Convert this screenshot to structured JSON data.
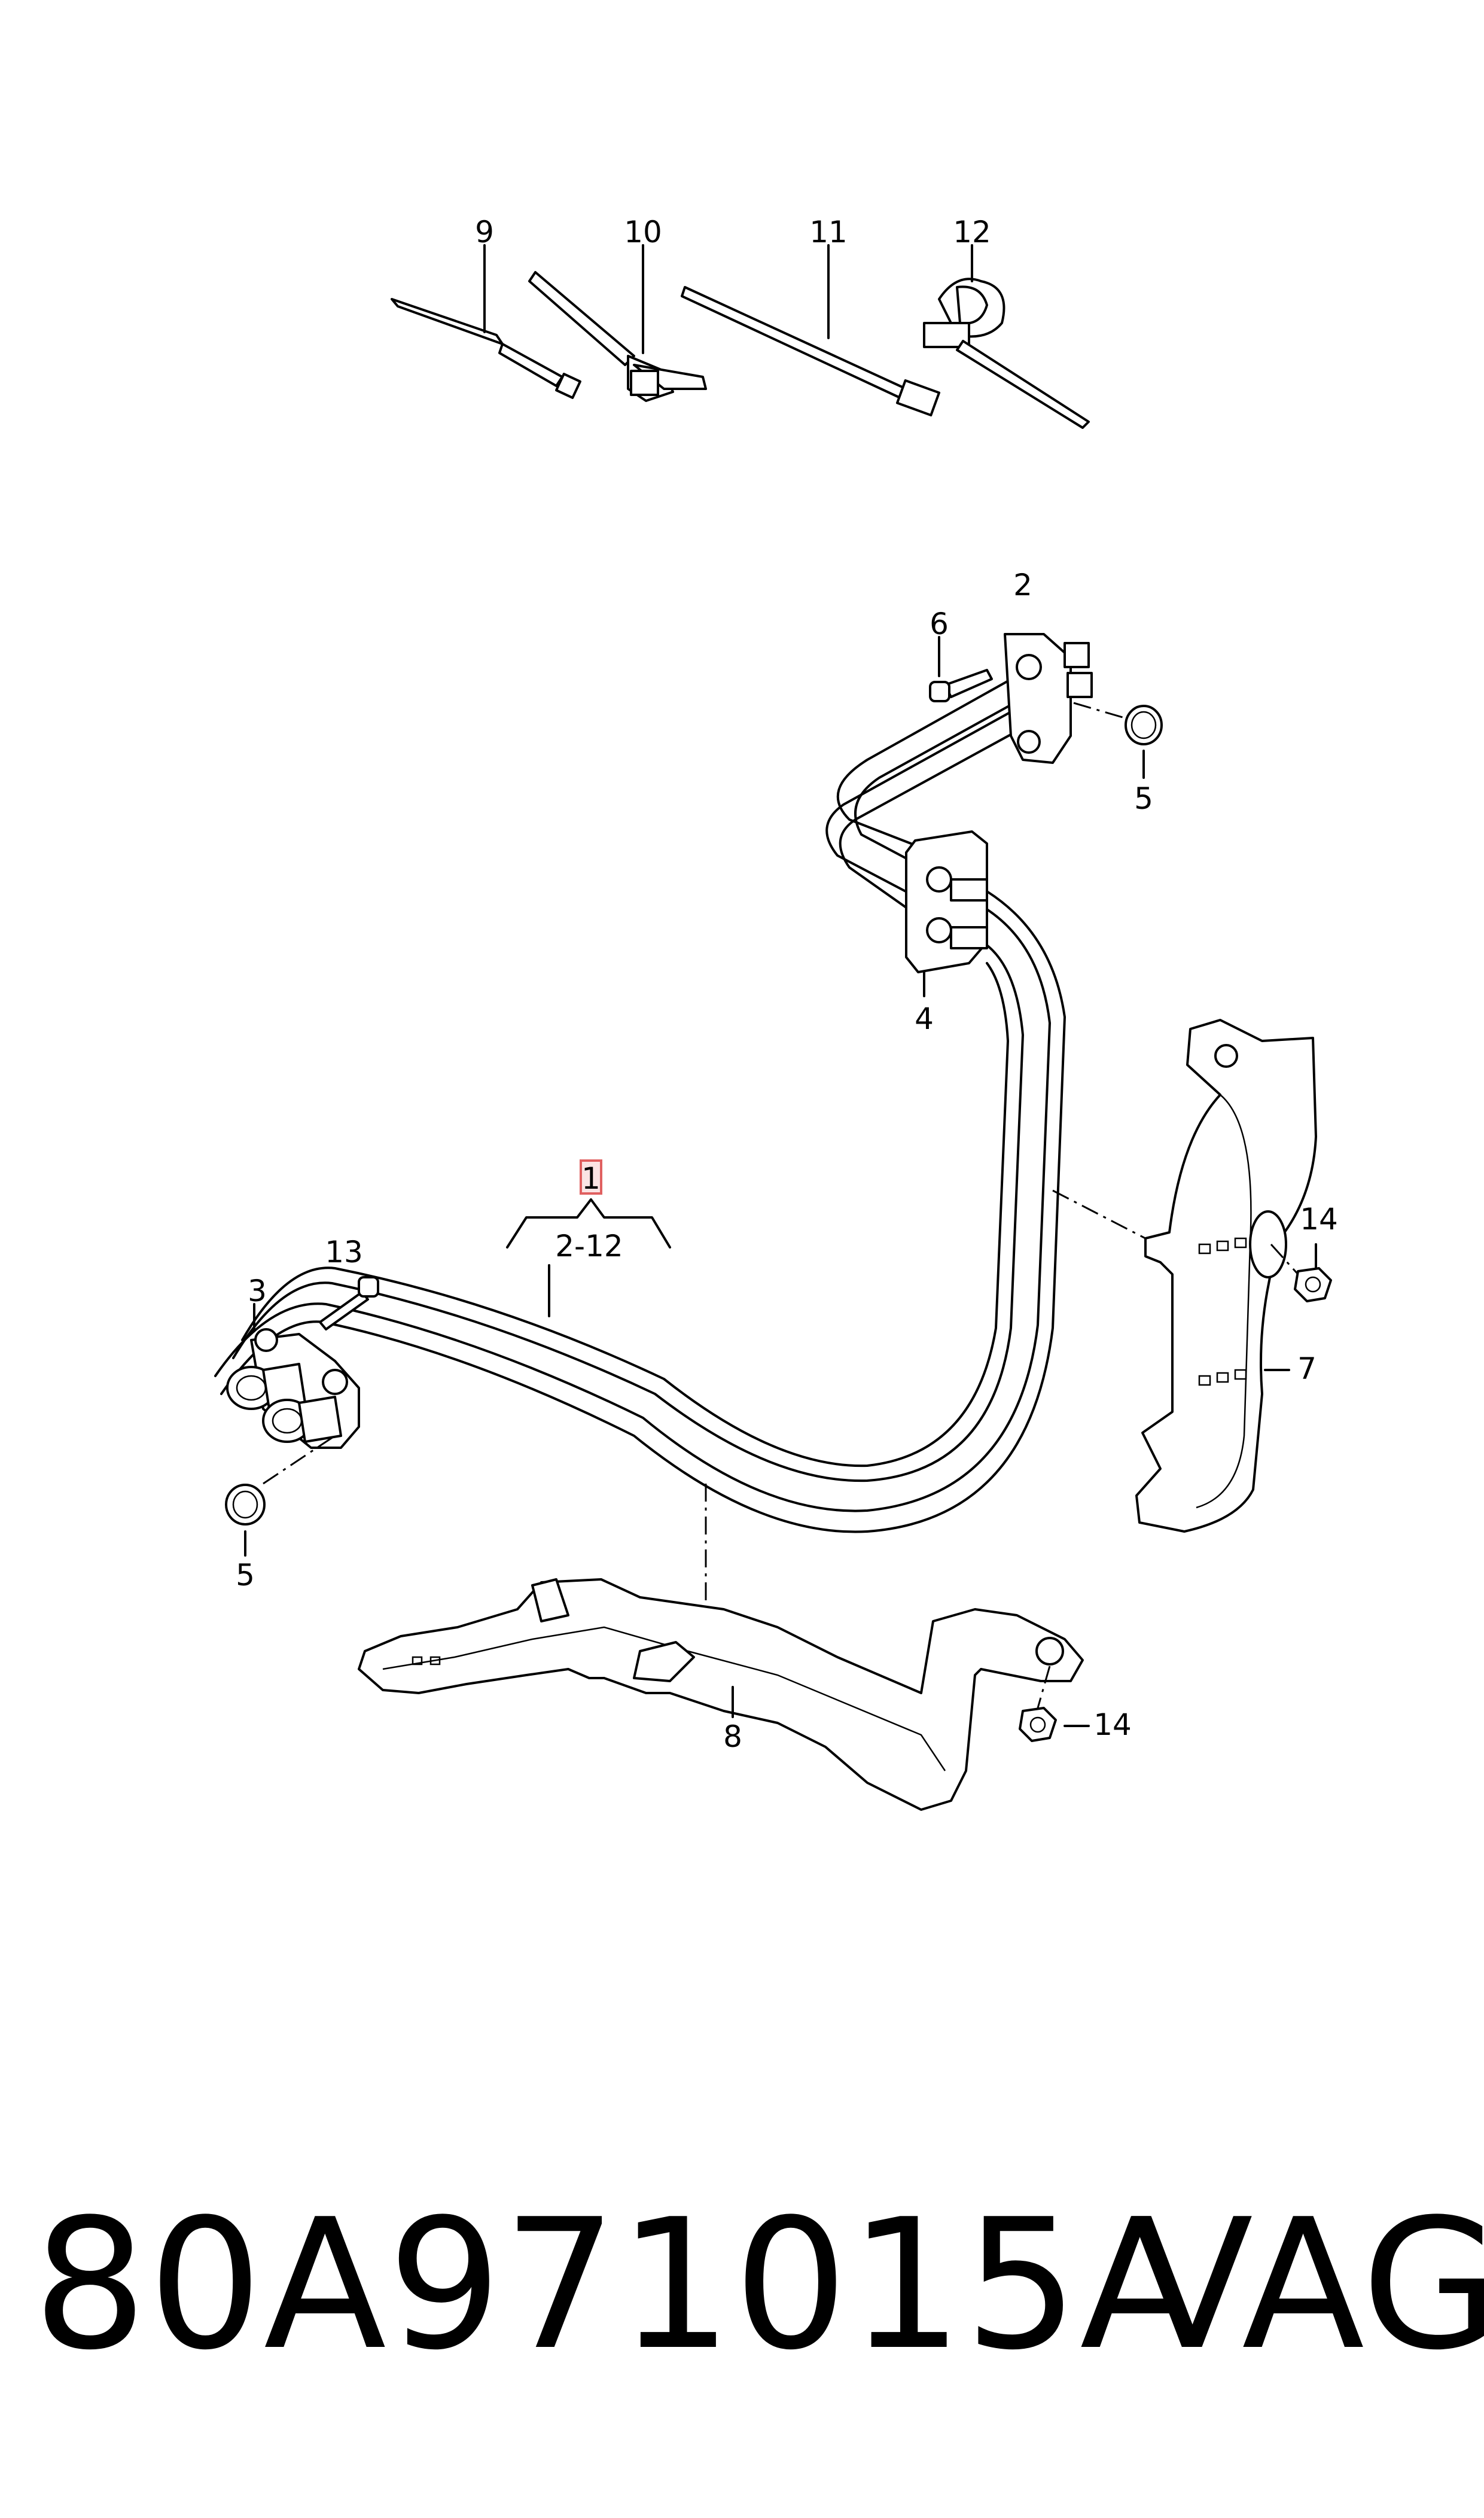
{
  "callouts": {
    "c1": "1",
    "c2": "2",
    "c2_12": "2-12",
    "c3": "3",
    "c4": "4",
    "c5a": "5",
    "c5b": "5",
    "c6": "6",
    "c7": "7",
    "c8": "8",
    "c9": "9",
    "c10": "10",
    "c11": "11",
    "c12": "12",
    "c13": "13",
    "c14a": "14",
    "c14b": "14"
  },
  "footer": {
    "part_number": "80A971015A",
    "brand": "VAG"
  },
  "colors": {
    "line": "#000000",
    "highlight_box": "#e06060",
    "highlight_fill": "#fbe4e4"
  }
}
